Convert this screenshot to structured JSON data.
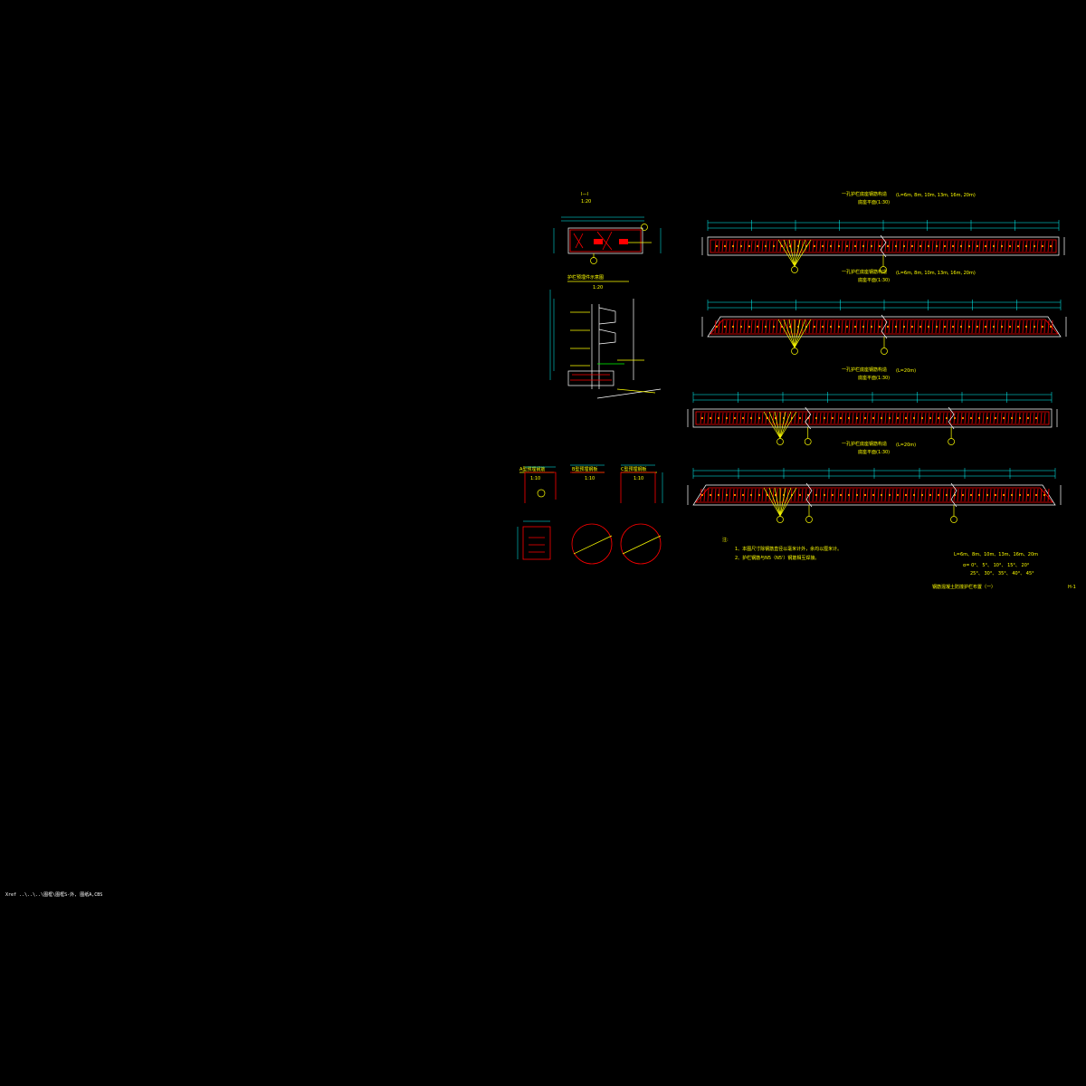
{
  "colors": {
    "background": "#000000",
    "text": "#ffff00",
    "dimension": "#00ffff",
    "rebar": "#ff0000",
    "outline": "#ffffff",
    "accent": "#00ff00"
  },
  "drawing": {
    "section": {
      "title": "I—I",
      "scale": "1:20"
    },
    "embed": {
      "title": "护栏预埋件示意图",
      "scale": "1:20"
    },
    "details": [
      {
        "title": "A型预埋钢筋",
        "scale": "1:10"
      },
      {
        "title": "B型预埋钢板",
        "scale": "1:10"
      },
      {
        "title": "C型预埋钢板",
        "scale": "1:10"
      }
    ],
    "elevations": [
      {
        "title": "一孔护栏底座钢筋构造",
        "range": "(L=6m, 8m, 10m, 13m, 16m, 20m)",
        "subtitle": "底座平面(1:30)",
        "skew": false,
        "joints": 1
      },
      {
        "title": "一孔护栏底座钢筋构造",
        "range": "(L=6m, 8m, 10m, 13m, 16m, 20m)",
        "subtitle": "底座平面(1:30)",
        "skew": true,
        "joints": 1
      },
      {
        "title": "一孔护栏底座钢筋构造",
        "range": "(L=20m)",
        "subtitle": "底座平面(1:30)",
        "skew": false,
        "joints": 2
      },
      {
        "title": "一孔护栏底座钢筋构造",
        "range": "(L=20m)",
        "subtitle": "底座平面(1:30)",
        "skew": true,
        "joints": 2
      }
    ],
    "notes": {
      "heading": "注:",
      "items": [
        "1、本图尺寸除钢筋直径以毫米计外，余均以厘米计。",
        "2、护栏钢筋与N5（N5'）钢筋相互焊接。"
      ]
    },
    "spans": {
      "lengths": "L=6m、8m、10m、13m、16m、20m",
      "angles_line1": "α= 0°、 5°、 10°、 15°、 20°",
      "angles_line2": "25°、 30°、 35°、 40°、 45°"
    },
    "sheet": {
      "title": "钢筋混凝土防撞护栏布置（一）",
      "number": "H-1"
    },
    "status_line": "Xref ..\\..\\..\\图框\\图框S-外, 图纸A,CBS"
  }
}
